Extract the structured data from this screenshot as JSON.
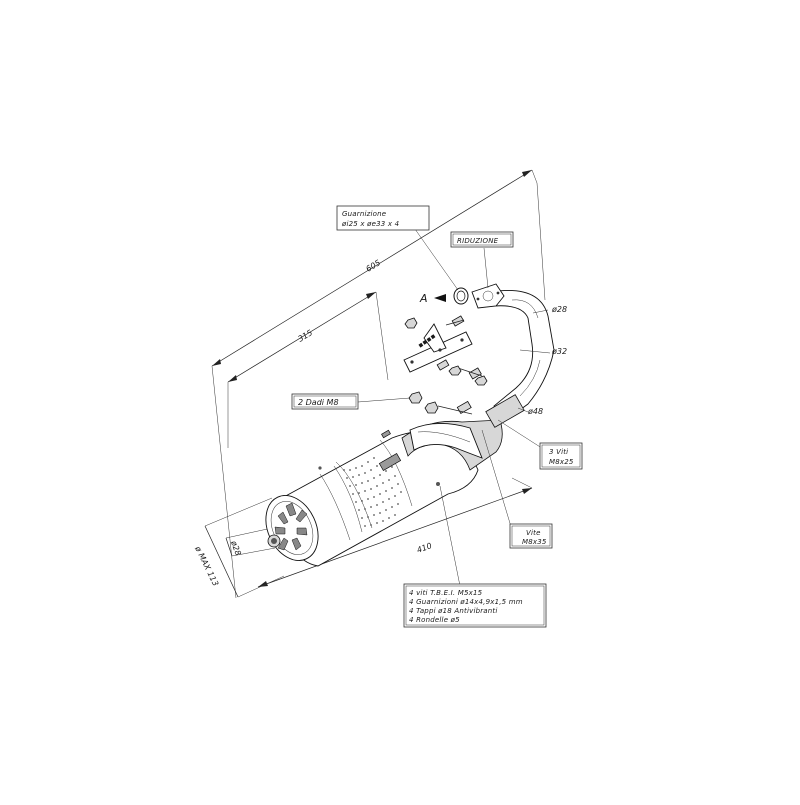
{
  "dimensions": {
    "overall_length": "605",
    "silencer_offset": "315",
    "silencer_length": "410",
    "max_diameter": "ø MAX 113",
    "outlet_diameter": "ø28",
    "pipe_diameter_1": "ø28",
    "pipe_diameter_2": "ø32",
    "pipe_diameter_3": "ø48"
  },
  "labels": {
    "gasket_title": "Guarnizione",
    "gasket_spec": "øi25 x øe33 x 4",
    "reduction": "RIDUZIONE",
    "view_marker": "A",
    "nuts": "2 Dadi M8",
    "screws_qty": "3 Viti",
    "screws_size": "M8x25",
    "screw_title": "Vite",
    "screw_size": "M8x35",
    "kit_lines": [
      "4  viti  T.B.E.I.  M5x15",
      "4  Guarnizioni  ø14x4,9x1,5  mm",
      "4  Tappi  ø18  Antivibranti",
      "4  Rondelle  ø5"
    ]
  }
}
